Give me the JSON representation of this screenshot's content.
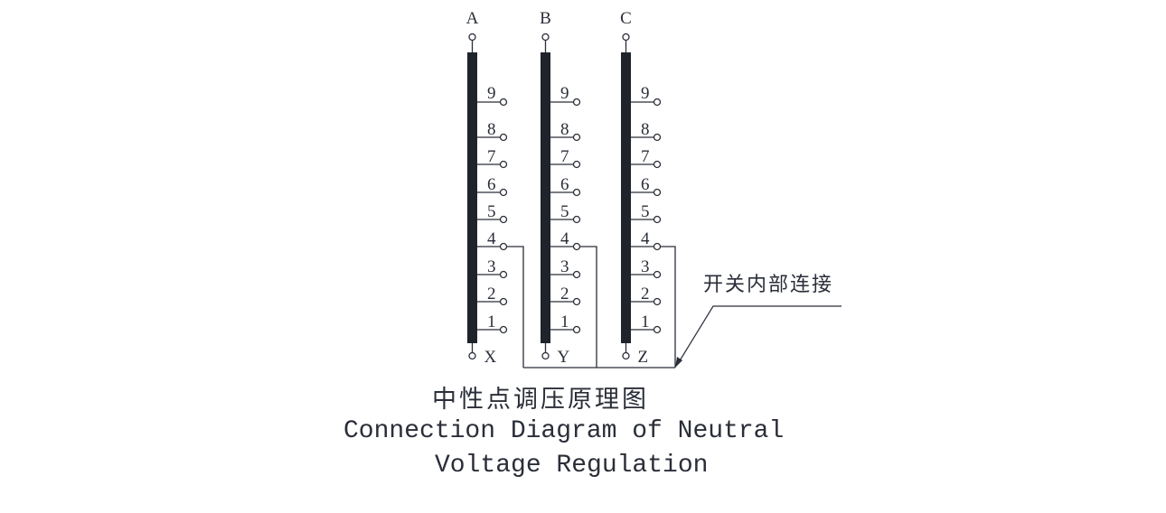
{
  "diagram": {
    "phases": [
      {
        "top_label": "A",
        "bottom_label": "X"
      },
      {
        "top_label": "B",
        "bottom_label": "Y"
      },
      {
        "top_label": "C",
        "bottom_label": "Z"
      }
    ],
    "tap_labels": [
      "9",
      "8",
      "7",
      "6",
      "5",
      "4",
      "3",
      "2",
      "1"
    ],
    "internal_connection_tap": "4",
    "annotation": "开关内部连接",
    "title_cn": "中性点调压原理图",
    "title_en_line1": "Connection Diagram of Neutral",
    "title_en_line2": "Voltage Regulation"
  }
}
